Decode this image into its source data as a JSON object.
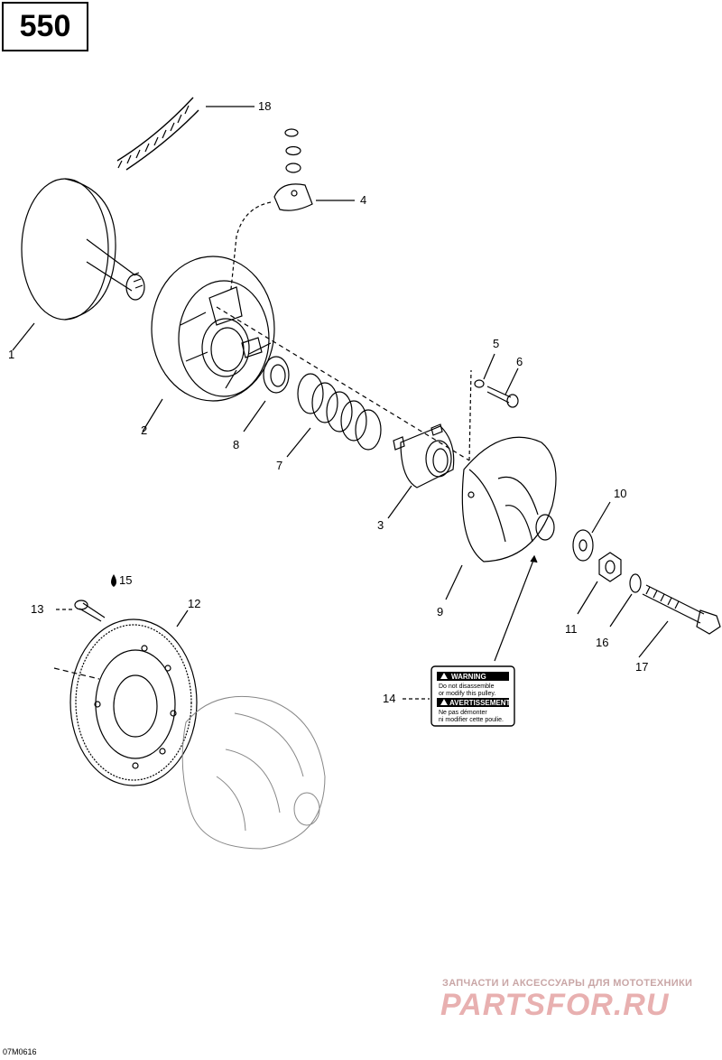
{
  "model_number": "550",
  "drawing_code": "07M0616",
  "callouts": {
    "c1": "1",
    "c2": "2",
    "c3": "3",
    "c4": "4",
    "c5": "5",
    "c6": "6",
    "c7": "7",
    "c8": "8",
    "c9": "9",
    "c10": "10",
    "c11": "11",
    "c12": "12",
    "c13": "13",
    "c14": "14",
    "c15": "15",
    "c16": "16",
    "c17": "17",
    "c18": "18"
  },
  "warning_label": {
    "heading_en": "WARNING",
    "line1_en": "Do not disassemble",
    "line2_en": "or modify this pulley.",
    "heading_fr": "AVERTISSEMENT",
    "line1_fr": "Ne pas démonter",
    "line2_fr": "ni modifier cette poulie."
  },
  "watermark": {
    "line1": "ЗАПЧАСТИ И АКСЕССУАРЫ ДЛЯ МОТОТЕХНИКИ",
    "brand": "PARTSFOR.RU"
  },
  "icons": {
    "oil_drop": "oil-drop-icon"
  }
}
